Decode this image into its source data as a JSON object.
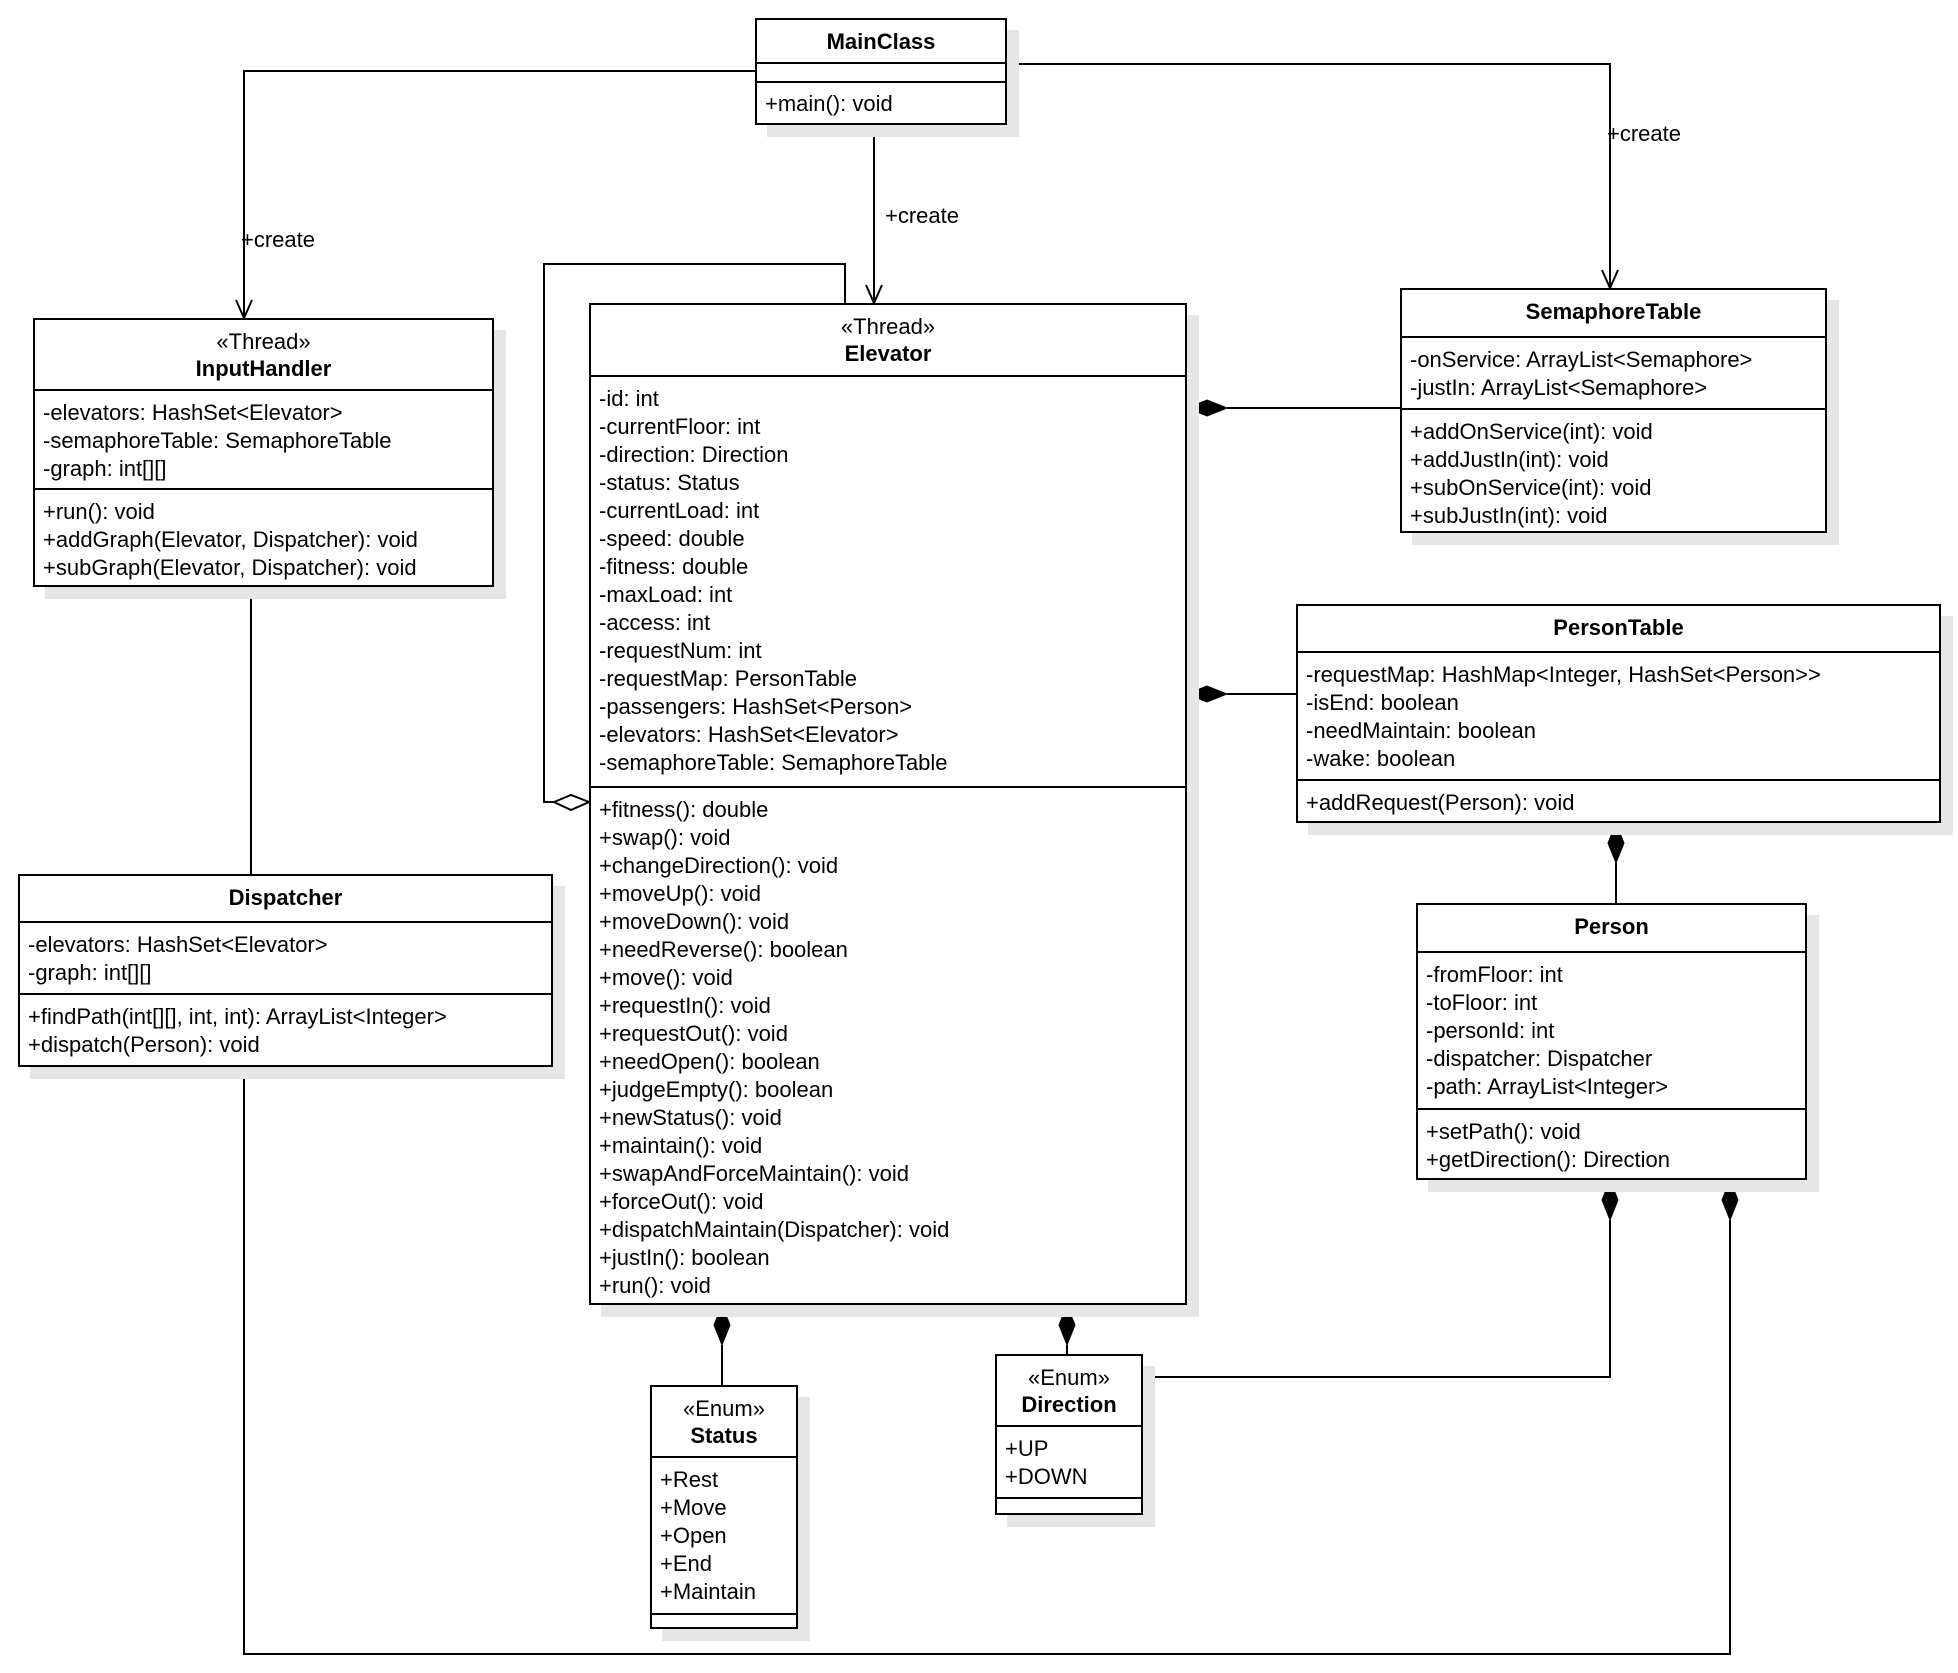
{
  "classes": {
    "main": {
      "name": "MainClass",
      "attributes": [],
      "methods": [
        "+main(): void"
      ]
    },
    "input_handler": {
      "stereotype": "«Thread»",
      "name": "InputHandler",
      "attributes": [
        "-elevators: HashSet<Elevator>",
        "-semaphoreTable: SemaphoreTable",
        "-graph: int[][]"
      ],
      "methods": [
        "+run(): void",
        "+addGraph(Elevator, Dispatcher): void",
        "+subGraph(Elevator, Dispatcher): void"
      ]
    },
    "elevator": {
      "stereotype": "«Thread»",
      "name": "Elevator",
      "attributes": [
        "-id: int",
        "-currentFloor: int",
        "-direction: Direction",
        "-status: Status",
        "-currentLoad: int",
        "-speed: double",
        "-fitness: double",
        "-maxLoad: int",
        "-access: int",
        "-requestNum: int",
        "-requestMap: PersonTable",
        "-passengers: HashSet<Person>",
        "-elevators: HashSet<Elevator>",
        "-semaphoreTable: SemaphoreTable"
      ],
      "methods": [
        "+fitness(): double",
        "+swap(): void",
        "+changeDirection(): void",
        "+moveUp(): void",
        "+moveDown(): void",
        "+needReverse(): boolean",
        "+move(): void",
        "+requestIn(): void",
        "+requestOut(): void",
        "+needOpen(): boolean",
        "+judgeEmpty(): boolean",
        "+newStatus(): void",
        "+maintain(): void",
        "+swapAndForceMaintain(): void",
        "+forceOut(): void",
        "+dispatchMaintain(Dispatcher): void",
        "+justIn(): boolean",
        "+run(): void"
      ]
    },
    "semaphore_table": {
      "name": "SemaphoreTable",
      "attributes": [
        "-onService: ArrayList<Semaphore>",
        "-justIn: ArrayList<Semaphore>"
      ],
      "methods": [
        "+addOnService(int): void",
        "+addJustIn(int): void",
        "+subOnService(int): void",
        "+subJustIn(int): void"
      ]
    },
    "person_table": {
      "name": "PersonTable",
      "attributes": [
        "-requestMap: HashMap<Integer, HashSet<Person>>",
        "-isEnd: boolean",
        "-needMaintain: boolean",
        "-wake: boolean"
      ],
      "methods": [
        "+addRequest(Person): void"
      ]
    },
    "person": {
      "name": "Person",
      "attributes": [
        "-fromFloor: int",
        "-toFloor: int",
        "-personId: int",
        "-dispatcher: Dispatcher",
        "-path: ArrayList<Integer>"
      ],
      "methods": [
        "+setPath(): void",
        "+getDirection(): Direction"
      ]
    },
    "dispatcher": {
      "name": "Dispatcher",
      "attributes": [
        "-elevators: HashSet<Elevator>",
        "-graph: int[][]"
      ],
      "methods": [
        "+findPath(int[][], int, int): ArrayList<Integer>",
        "+dispatch(Person): void"
      ]
    },
    "status": {
      "stereotype": "«Enum»",
      "name": "Status",
      "attributes": [
        "+Rest",
        "+Move",
        "+Open",
        "+End",
        "+Maintain"
      ],
      "methods": []
    },
    "direction": {
      "stereotype": "«Enum»",
      "name": "Direction",
      "attributes": [
        "+UP",
        "+DOWN"
      ],
      "methods": []
    }
  },
  "edges": {
    "main_to_input_handler": "+create",
    "main_to_elevator": "+create",
    "main_to_semaphore_table": "+create"
  }
}
